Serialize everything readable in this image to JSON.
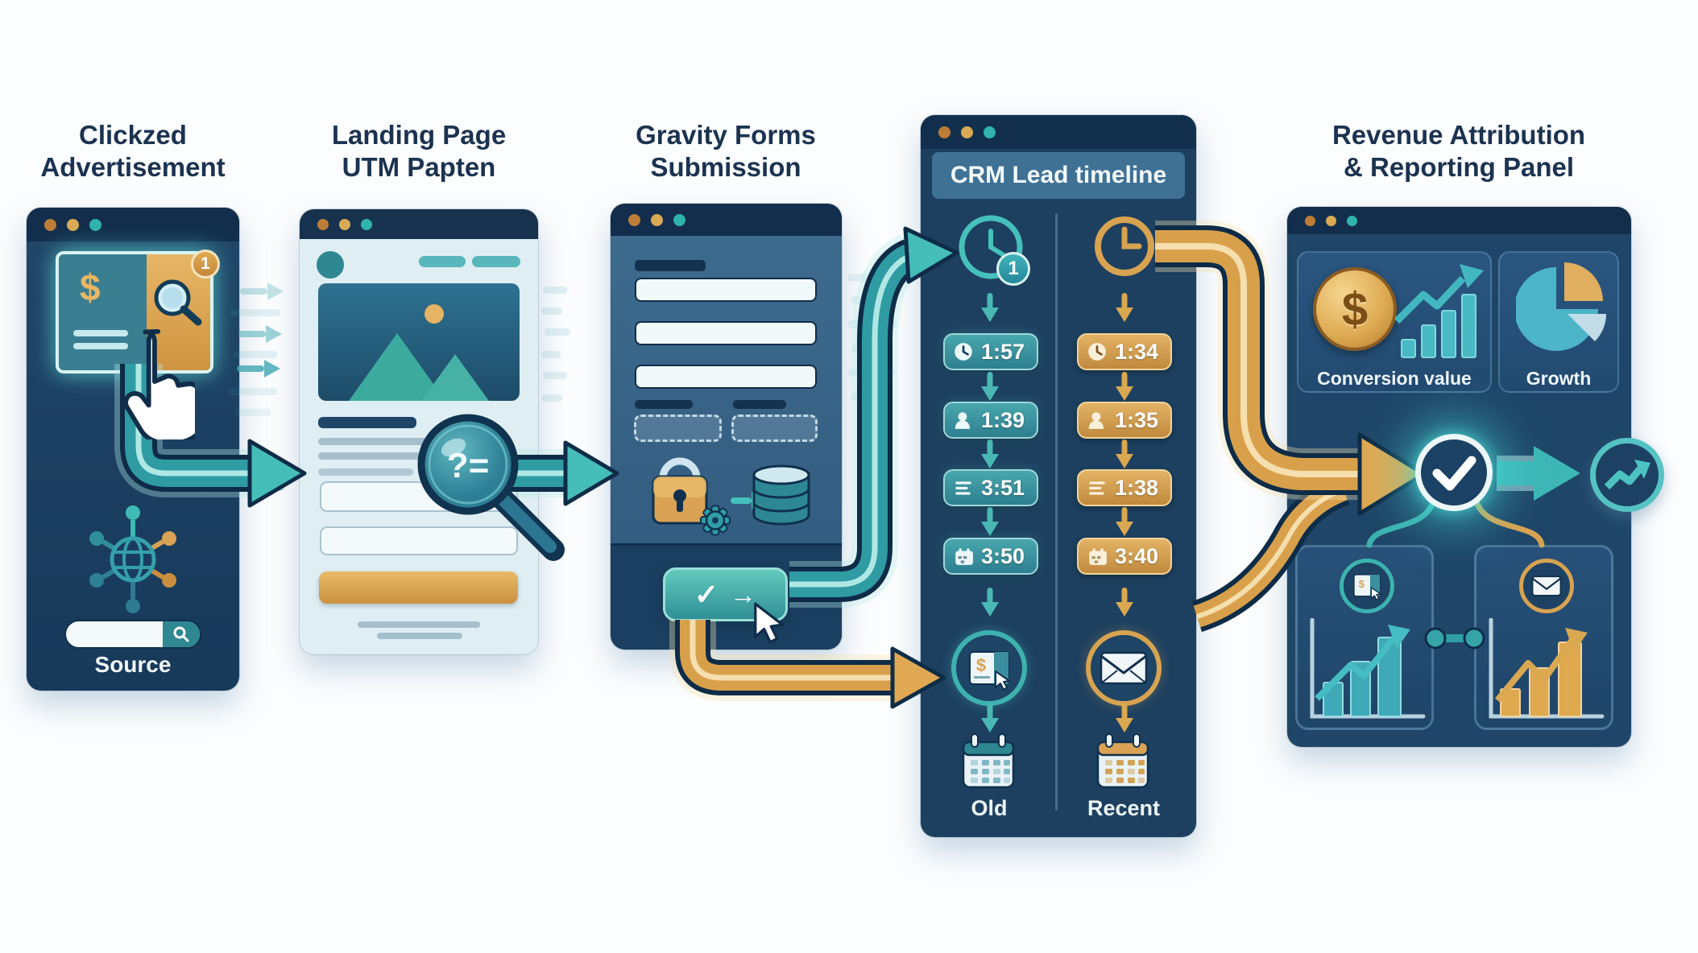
{
  "titles": {
    "ad1": "Clickzed",
    "ad2": "Advertisement",
    "landing1": "Landing Page",
    "landing2": "UTM Papten",
    "form1": "Gravity Forms",
    "form2": "Submission",
    "report1": "Revenue Attribution",
    "report2": "& Reporting Panel"
  },
  "glyphs": {
    "dollar": "$",
    "question_eq": "?=",
    "check": "✓",
    "arrow": "→"
  },
  "ad": {
    "badge": "1",
    "source_label": "Source"
  },
  "crm": {
    "header": "CRM Lead timeline",
    "badge": "1",
    "old": {
      "label": "Old",
      "events": [
        {
          "icon": "clock-icon",
          "time": "1:57"
        },
        {
          "icon": "person-icon",
          "time": "1:39"
        },
        {
          "icon": "list-icon",
          "time": "3:51"
        },
        {
          "icon": "calendar-icon",
          "time": "3:50"
        }
      ]
    },
    "recent": {
      "label": "Recent",
      "events": [
        {
          "icon": "clock-icon",
          "time": "1:34"
        },
        {
          "icon": "person-icon",
          "time": "1:35"
        },
        {
          "icon": "list-icon",
          "time": "1:38"
        },
        {
          "icon": "calendar-icon",
          "time": "3:40"
        }
      ]
    }
  },
  "report": {
    "card1_label": "Conversion value",
    "card2_label": "Growth"
  },
  "colors": {
    "teal": "#35b5ae",
    "gold": "#d9a254",
    "navy": "#16324f",
    "panel_blue": "#1d4060"
  }
}
